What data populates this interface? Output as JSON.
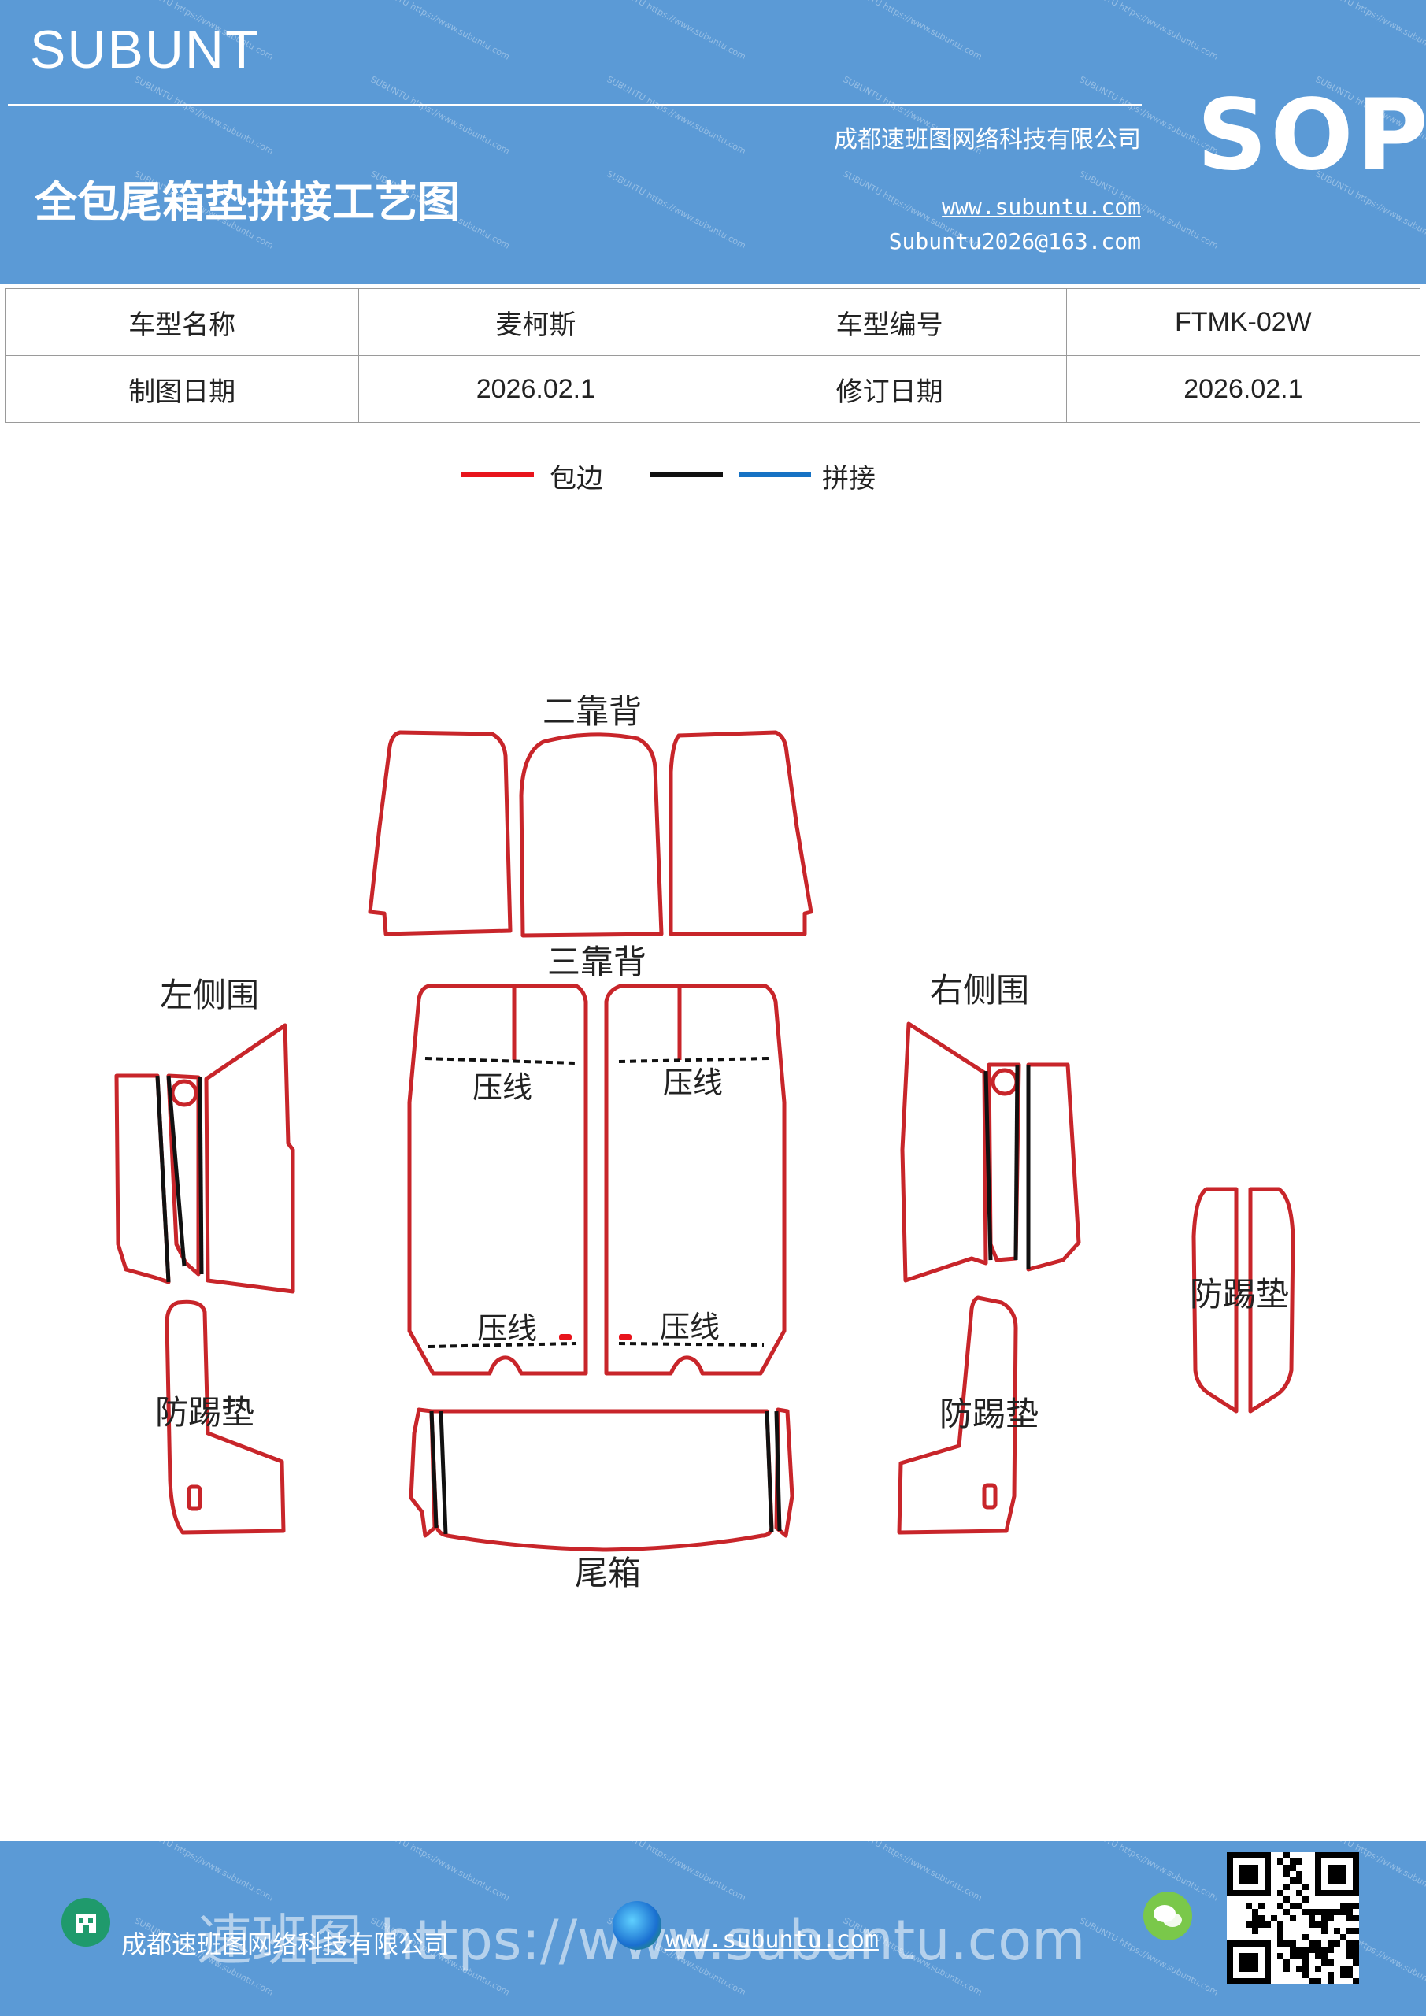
{
  "header": {
    "brand": "SUBUNT",
    "title": "全包尾箱垫拼接工艺图",
    "company": "成都速班图网络科技有限公司",
    "website": "www.subuntu.com",
    "email": "Subuntu2026@163.com",
    "badge": "SOP",
    "watermark": "SUBUNTU https://www.subuntu.com"
  },
  "info_table": {
    "rows": [
      [
        "车型名称",
        "麦柯斯",
        "车型编号",
        "FTMK-02W"
      ],
      [
        "制图日期",
        "2026.02.1",
        "修订日期",
        "2026.02.1"
      ]
    ]
  },
  "legend": {
    "items": [
      {
        "label": "包边",
        "color": "#e8141c"
      },
      {
        "label": "",
        "color": "#111111"
      },
      {
        "label": "拼接",
        "color": "#1672c4"
      }
    ]
  },
  "diagram": {
    "labels": {
      "second_back": "二靠背",
      "third_back": "三靠背",
      "left_side": "左侧围",
      "right_side": "右侧围",
      "kick_left": "防踢垫",
      "kick_right": "防踢垫",
      "kick_far": "防踢垫",
      "trunk": "尾箱",
      "press_line": "压线"
    },
    "colors": {
      "edge": "#c8252a",
      "seam": "#111111"
    }
  },
  "footer": {
    "company": "成都速班图网络科技有限公司",
    "website": "www.subuntu.com",
    "overlay": "速班图 https://www.subuntu.com"
  }
}
